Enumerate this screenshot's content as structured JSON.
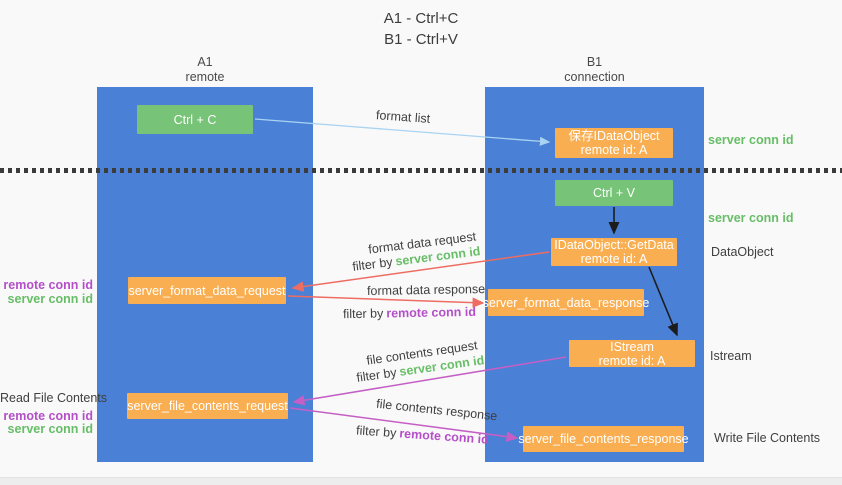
{
  "title": {
    "line1": "A1 - Ctrl+C",
    "line2": "B1 - Ctrl+V"
  },
  "columns": {
    "a": {
      "name": "A1",
      "role": "remote"
    },
    "b": {
      "name": "B1",
      "role": "connection"
    }
  },
  "boxes": {
    "ctrl_c": "Ctrl + C",
    "ctrl_v": "Ctrl + V",
    "save_idataobject_line1": "保存IDataObject",
    "save_idataobject_line2": "remote id: A",
    "getdata_line1": "IDataObject::GetData",
    "getdata_line2": "remote id: A",
    "istream_line1": "IStream",
    "istream_line2": "remote id: A",
    "format_request": "server_format_data_request",
    "format_response": "server_format_data_response",
    "file_request": "server_file_contents_request",
    "file_response": "server_file_contents_response"
  },
  "labels": {
    "format_list": "format list",
    "format_data_request": "format data request",
    "format_data_response": "format data response",
    "file_contents_request": "file contents request",
    "file_contents_response": "file contents response",
    "filter_by": "filter by",
    "server_conn_id": "server conn id",
    "remote_conn_id": "remote conn id",
    "dataobject": "DataObject",
    "istream": "Istream",
    "read_file_contents": "Read File Contents",
    "write_file_contents": "Write File Contents"
  },
  "colors": {
    "column_blue": "#4A80D5",
    "box_green": "#77C377",
    "box_orange": "#F9AE51",
    "arrow_red": "#EE6D62",
    "arrow_magenta": "#C55FC5",
    "arrow_light_blue": "#A9D3F2",
    "text_green": "#67BE67",
    "text_purple": "#B44FC8"
  }
}
